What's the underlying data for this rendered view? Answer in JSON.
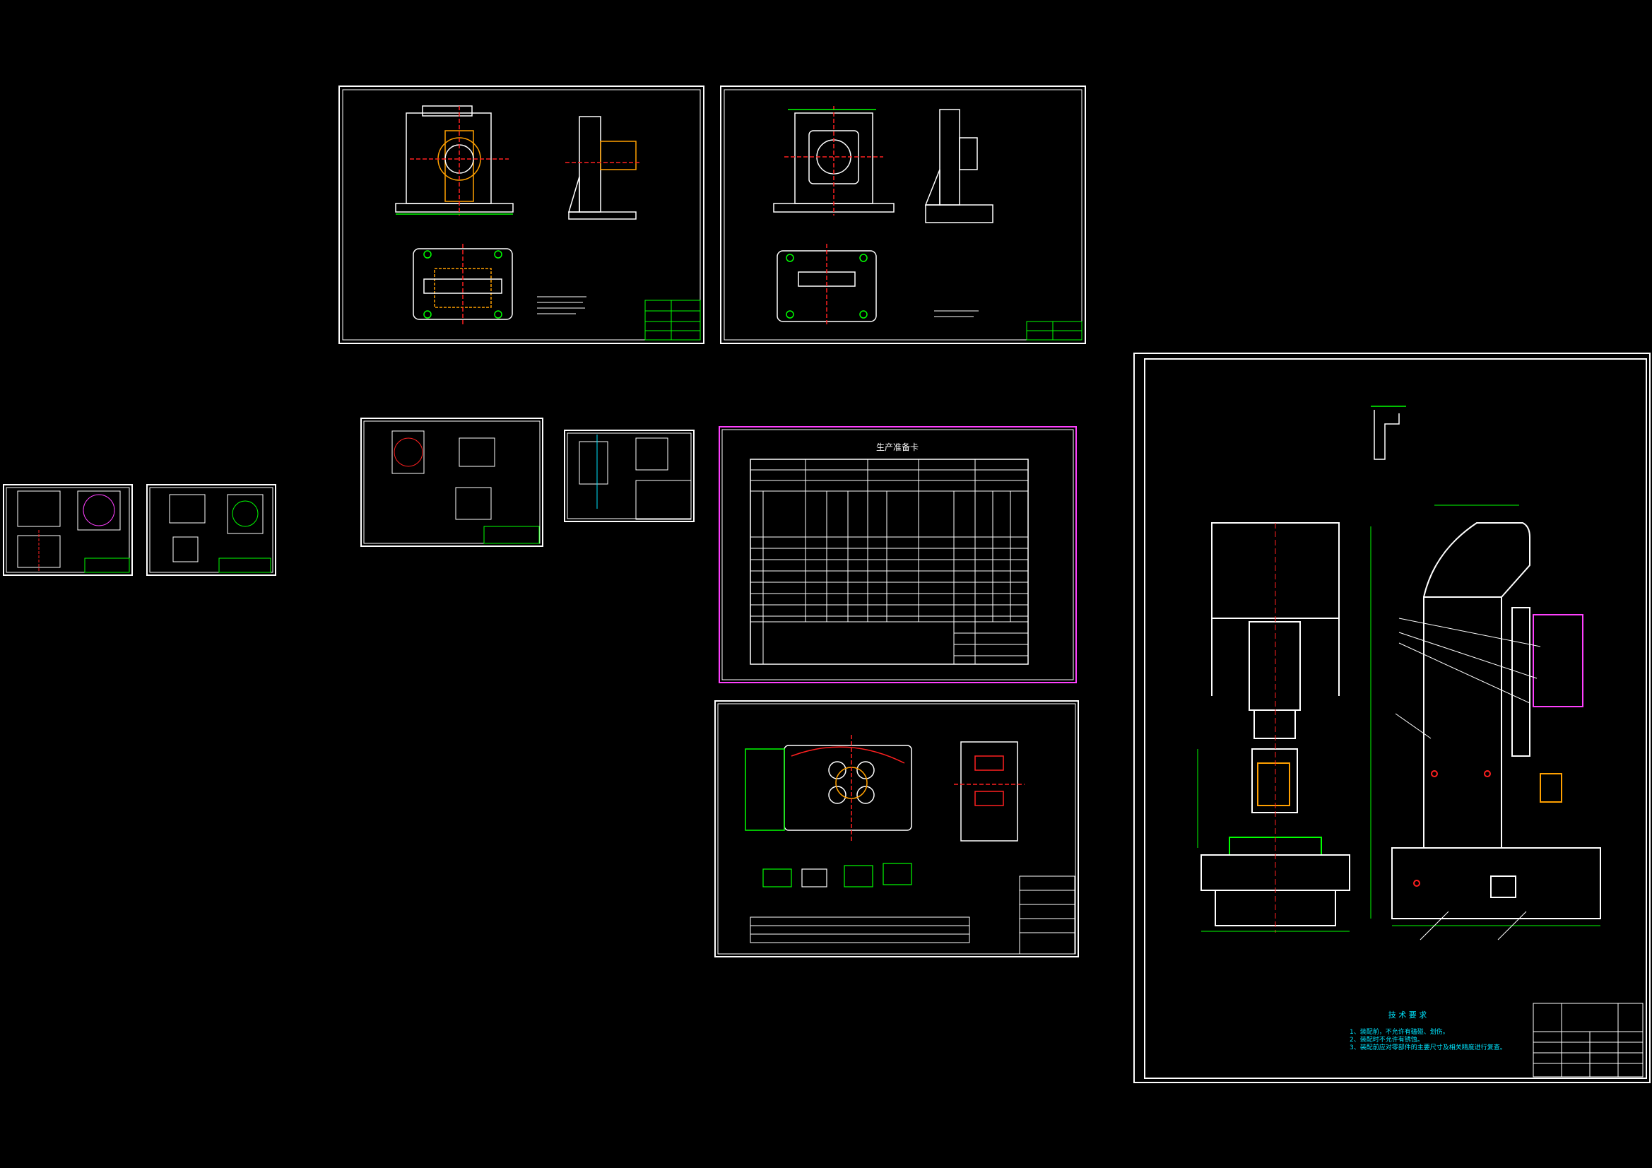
{
  "colors": {
    "background": "#000000",
    "frame": "#ffffff",
    "dim": "#00ff00",
    "center": "#ff2020",
    "note": "#00e5ff",
    "hatch": "#ffa000",
    "magenta": "#ff40ff"
  },
  "sheets": {
    "process_card": {
      "title": "生产准备卡"
    },
    "assembly": {
      "tech_title": "技 术 要 求",
      "tech_lines": [
        "1、装配前，不允许有磕碰、划伤。",
        "2、装配时不允许有锈蚀。",
        "3、装配前应对零部件的主要尺寸及相关精度进行复查。"
      ]
    }
  }
}
